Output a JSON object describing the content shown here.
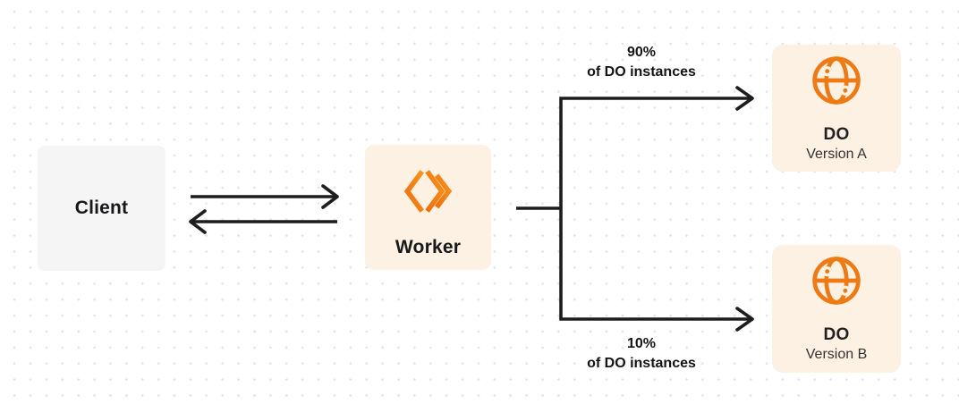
{
  "diagram": {
    "nodes": {
      "client": {
        "label": "Client"
      },
      "worker": {
        "label": "Worker",
        "icon": "workers-logo-icon"
      },
      "do_version_a": {
        "title": "DO",
        "subtitle": "Version A",
        "icon": "globe-icon"
      },
      "do_version_b": {
        "title": "DO",
        "subtitle": "Version B",
        "icon": "globe-icon"
      }
    },
    "edges": {
      "client_worker": {
        "style": "two opposing horizontal arrows",
        "from": "Client",
        "to": "Worker"
      },
      "top_branch": {
        "percent": "90%",
        "caption": "of DO instances",
        "from": "Worker",
        "to": "DO Version A"
      },
      "bottom_branch": {
        "percent": "10%",
        "caption": "of DO instances",
        "from": "Worker",
        "to": "DO Version B"
      }
    },
    "colors": {
      "accent_orange": "#EE7A16",
      "worker_logo_gradient": [
        "#EC700E",
        "#F5941F"
      ],
      "cream_box_bg": "#FCF1E2",
      "client_box_bg": "#F5F5F6",
      "line_color": "#1D1D1F",
      "canvas_bg": "#FFFFFF",
      "grid_dot_color": "#E4E4E6"
    }
  }
}
